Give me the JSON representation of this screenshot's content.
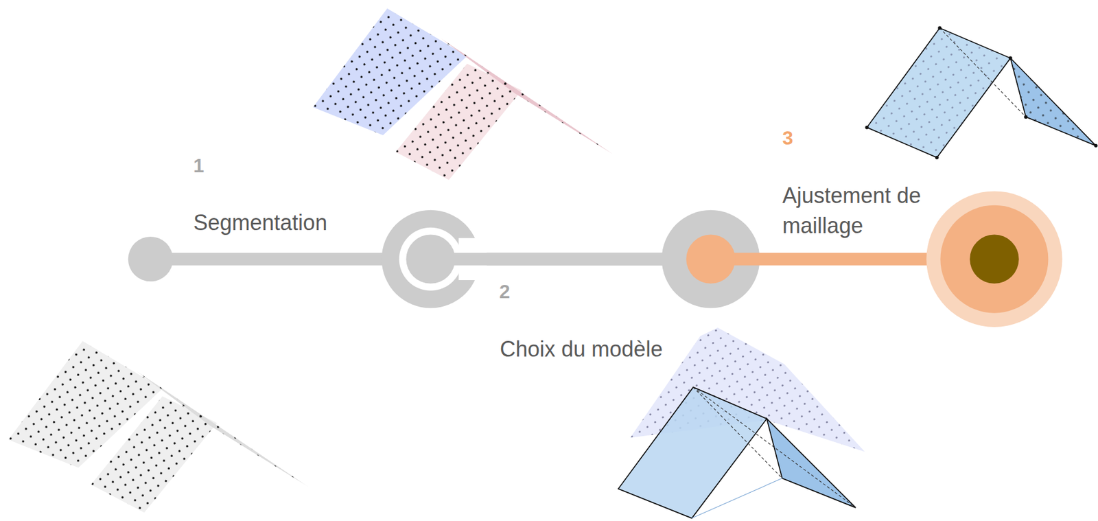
{
  "diagram": {
    "labels": [
      "1",
      "Segmentation",
      "2",
      "Choix du modèle",
      "3",
      "Ajustement de maillage"
    ]
  }
}
